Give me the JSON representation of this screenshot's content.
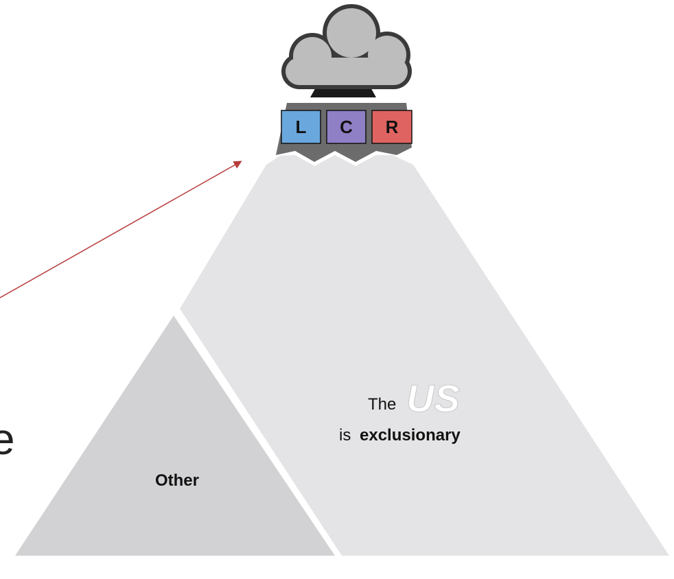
{
  "colors": {
    "us_mountain": "#e4e4e6",
    "other_mountain": "#d2d2d4",
    "cloud": "#bdbdbd",
    "cloud_outline": "#3a3a3a",
    "peak_cap": "#6c6c6c",
    "box_l": "#6aa7dc",
    "box_c": "#8f7fc4",
    "box_r": "#df6461",
    "arrow": "#b83a3a"
  },
  "boxes": [
    {
      "letter": "L",
      "color": "#6aa7dc"
    },
    {
      "letter": "C",
      "color": "#8f7fc4"
    },
    {
      "letter": "R",
      "color": "#df6461"
    }
  ],
  "us_label": {
    "prefix": "The",
    "emphasis": "US",
    "line2_prefix": "is",
    "line2_bold": "exclusionary"
  },
  "other_label": "Other",
  "edge_text": "e"
}
